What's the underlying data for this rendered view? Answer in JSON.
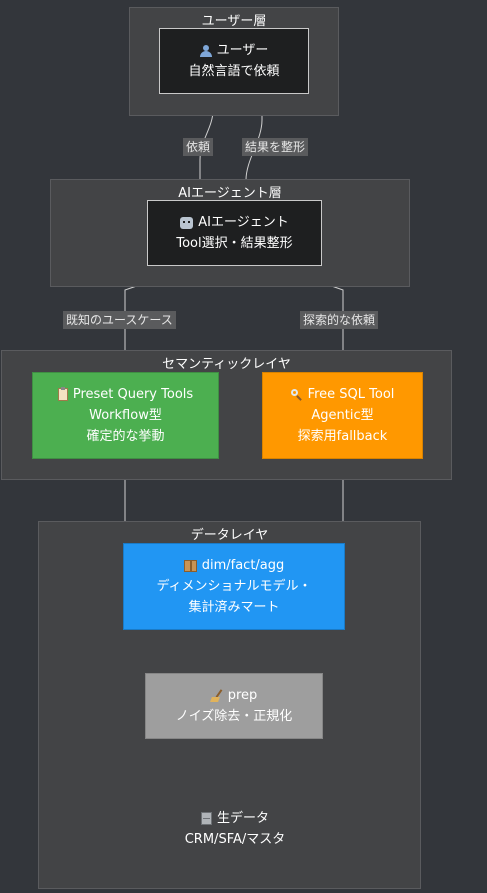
{
  "layers": {
    "user": "ユーザー層",
    "ai": "AIエージェント層",
    "semantic": "セマンティックレイヤ",
    "data": "データレイヤ"
  },
  "nodes": {
    "user": {
      "icon": "user-icon",
      "line1": "ユーザー",
      "line2": "自然言語で依頼"
    },
    "agent": {
      "icon": "robot-icon",
      "line1": "AIエージェント",
      "line2": "Tool選択・結果整形"
    },
    "preset": {
      "icon": "clipboard-icon",
      "line1": "Preset Query Tools",
      "line2": "Workflow型",
      "line3": "確定的な挙動",
      "color": "#4caf50"
    },
    "freesql": {
      "icon": "magnifier-icon",
      "line1": "Free SQL Tool",
      "line2": "Agentic型",
      "line3": "探索用fallback",
      "color": "#ff9800"
    },
    "dim": {
      "icon": "box-icon",
      "line1": "dim/fact/agg",
      "line2": "ディメンショナルモデル・",
      "line3": "集計済みマート",
      "color": "#2196f3"
    },
    "prep": {
      "icon": "broom-icon",
      "line1": "prep",
      "line2": "ノイズ除去・正規化",
      "color": "#9e9e9e"
    },
    "raw": {
      "icon": "cabinet-icon",
      "line1": "生データ",
      "line2": "CRM/SFA/マスタ",
      "color": "#607d8b"
    }
  },
  "edges": {
    "request": "依頼",
    "format_result": "結果を整形",
    "known_usecase": "既知のユースケース",
    "exploratory": "探索的な依頼"
  }
}
